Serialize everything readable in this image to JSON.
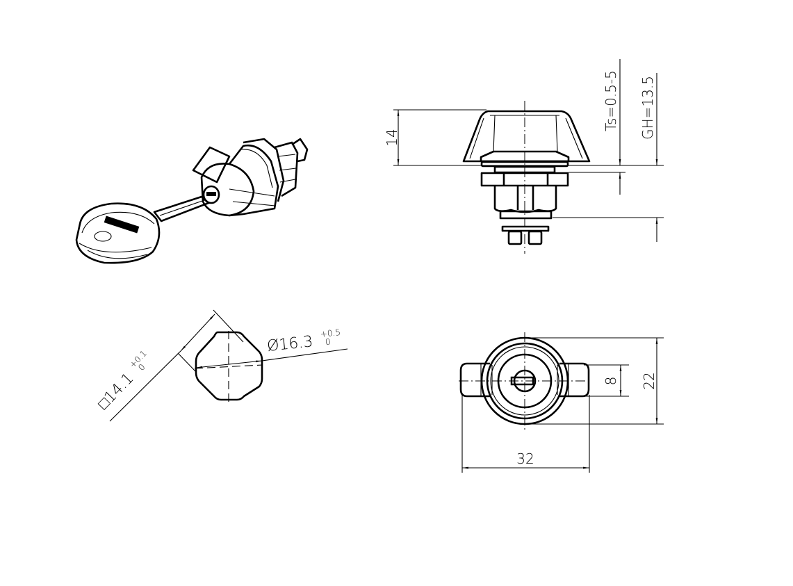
{
  "drawing": {
    "views": {
      "isometric": {
        "label": ""
      },
      "side": {
        "dim_height": "14",
        "dim_ts": "Ts=0.5-5",
        "dim_gh": "GH=13.5"
      },
      "cutout": {
        "dim_square": "□14.1",
        "dim_square_tol_upper": "+0.1",
        "dim_square_tol_lower": "0",
        "dim_diameter": "Ø16.3",
        "dim_diameter_tol_upper": "+0.5",
        "dim_diameter_tol_lower": "0"
      },
      "front": {
        "dim_width": "32",
        "dim_height": "22",
        "dim_wing": "8"
      }
    },
    "line_color": "#000000",
    "background": "#ffffff"
  }
}
